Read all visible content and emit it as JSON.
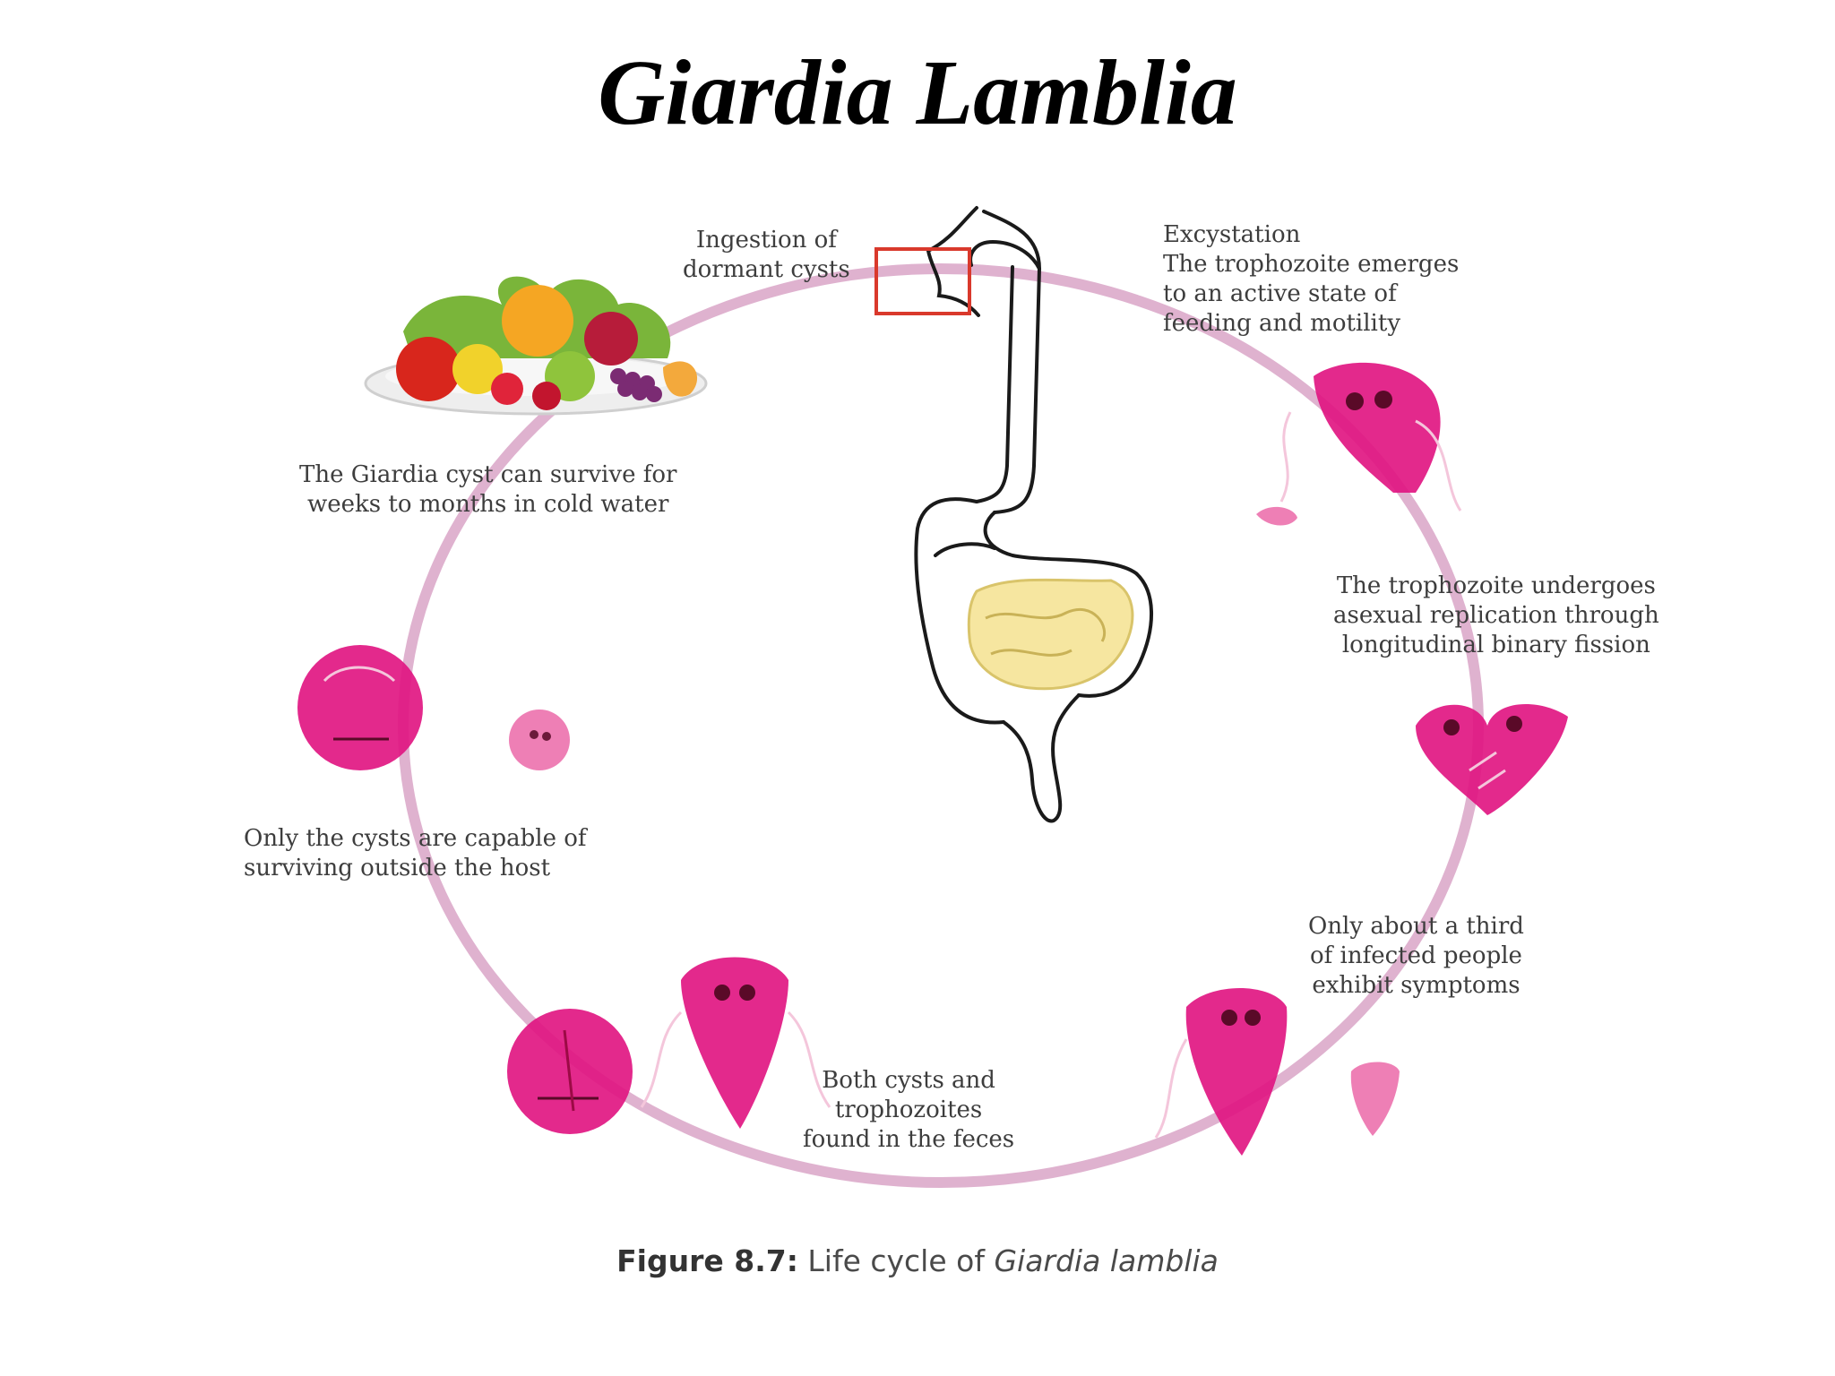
{
  "title": "Giardia Lamblia",
  "labels": {
    "ingestion": [
      "Ingestion of",
      "dormant cysts"
    ],
    "excystation_heading": "Excystation",
    "excystation_body": [
      "The trophozoite emerges",
      "to an active state of",
      "feeding and motility"
    ],
    "cyst_survival": [
      "The Giardia cyst can survive for",
      "weeks to months in cold water"
    ],
    "replication": [
      "The trophozoite undergoes",
      "asexual replication through",
      "longitudinal binary fission"
    ],
    "only_cysts": [
      "Only the cysts are capable of",
      "surviving outside the host"
    ],
    "third": [
      "Only about a third",
      "of infected people",
      "exhibit symptoms"
    ],
    "feces": [
      "Both cysts and",
      "trophozoites",
      "found in the feces"
    ]
  },
  "caption": {
    "figure_number": "Figure 8.7:",
    "text": "Life cycle of ",
    "species": "Giardia lamblia"
  },
  "colors": {
    "cycle_ring": "#dfb2cf",
    "organism": "#e0127f",
    "organism_light": "#ee7fb5",
    "highlight_box": "#d9392c",
    "intestine": "#f6e6a0"
  }
}
